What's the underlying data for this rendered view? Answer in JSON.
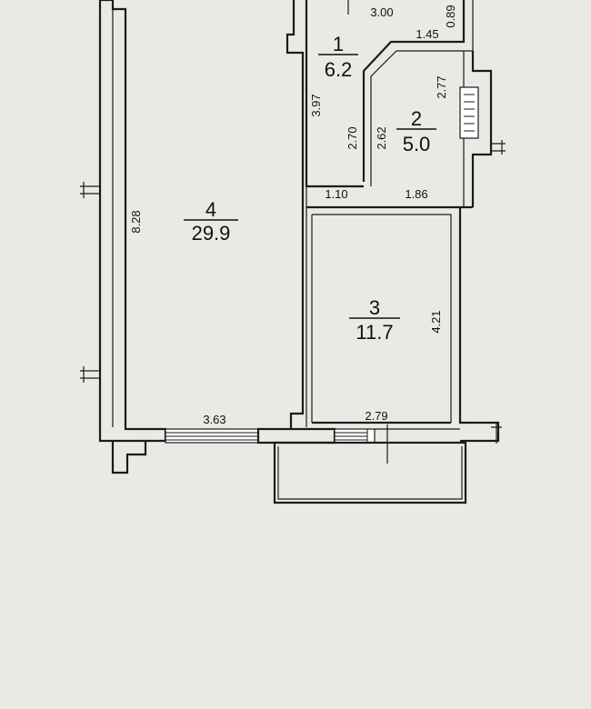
{
  "colors": {
    "paper": "#e9eae6",
    "wall": "#1b1b1b",
    "fill": "#ffffff"
  },
  "rooms": [
    {
      "number": "1",
      "area": "6.2"
    },
    {
      "number": "2",
      "area": "5.0"
    },
    {
      "number": "3",
      "area": "11.7"
    },
    {
      "number": "4",
      "area": "29.9"
    }
  ],
  "dimensions": {
    "d300": "3.00",
    "d089": "0.89",
    "d145": "1.45",
    "d277": "2.77",
    "d397": "3.97",
    "d270": "2.70",
    "d262": "2.62",
    "d110": "1.10",
    "d186": "1.86",
    "d828": "8.28",
    "d421": "4.21",
    "d363": "3.63",
    "d279": "2.79"
  }
}
